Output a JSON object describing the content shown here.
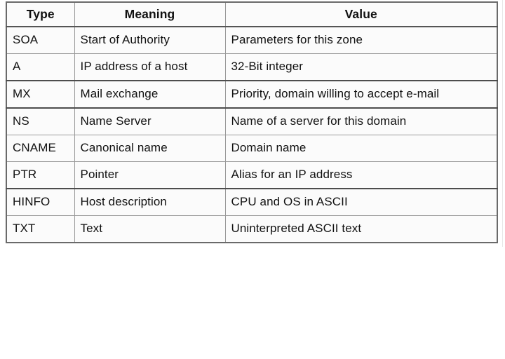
{
  "document": {
    "kind": "scanned-table",
    "background_color": "#ffffff",
    "table_background_color": "#fbfbfb",
    "rule_color": "#9a9a9a"
  },
  "table": {
    "name": "dns-resource-record-types",
    "columns": [
      {
        "key": "type",
        "header": "Type",
        "align": "center"
      },
      {
        "key": "meaning",
        "header": "Meaning",
        "align": "center"
      },
      {
        "key": "value",
        "header": "Value",
        "align": "center"
      }
    ],
    "rows": [
      {
        "type": "SOA",
        "meaning": "Start of Authority",
        "value": "Parameters for this zone"
      },
      {
        "type": "A",
        "meaning": "IP address of a host",
        "value": "32-Bit integer"
      },
      {
        "type": "MX",
        "meaning": "Mail exchange",
        "value": "Priority, domain willing to accept e-mail"
      },
      {
        "type": "NS",
        "meaning": "Name Server",
        "value": "Name of a server for this domain"
      },
      {
        "type": "CNAME",
        "meaning": "Canonical name",
        "value": "Domain name"
      },
      {
        "type": "PTR",
        "meaning": "Pointer",
        "value": "Alias for an IP address"
      },
      {
        "type": "HINFO",
        "meaning": "Host description",
        "value": "CPU and OS in ASCII"
      },
      {
        "type": "TXT",
        "meaning": "Text",
        "value": "Uninterpreted ASCII text"
      }
    ]
  }
}
